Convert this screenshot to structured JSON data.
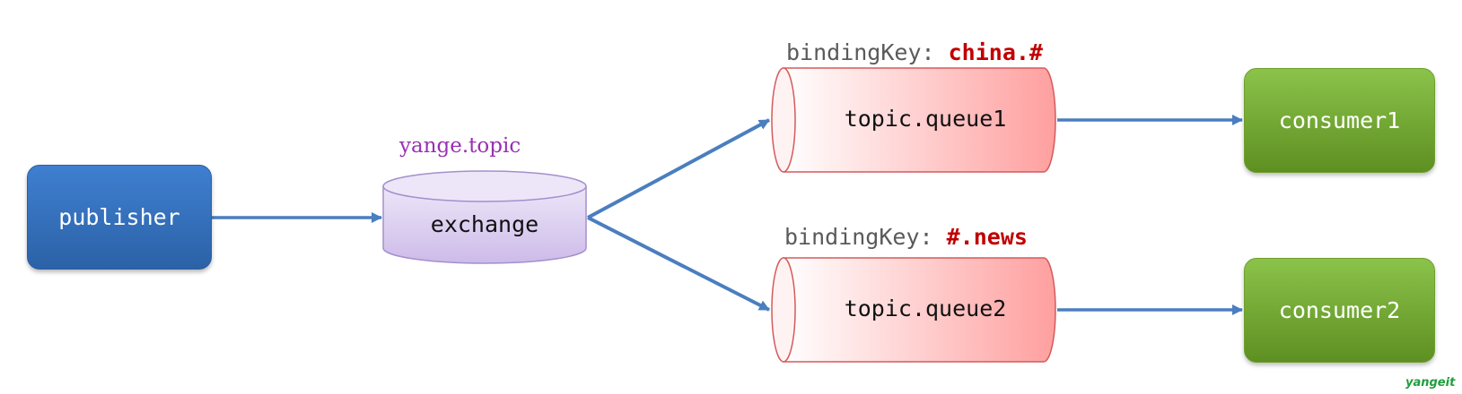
{
  "publisher": {
    "label": "publisher"
  },
  "exchange": {
    "name": "yange.topic",
    "label": "exchange"
  },
  "queues": [
    {
      "label": "topic.queue1",
      "binding_prefix": "bindingKey: ",
      "binding_key": "china.#"
    },
    {
      "label": "topic.queue2",
      "binding_prefix": "bindingKey: ",
      "binding_key": "#.news"
    }
  ],
  "consumers": [
    {
      "label": "consumer1"
    },
    {
      "label": "consumer2"
    }
  ],
  "watermark": "yangeit",
  "colors": {
    "arrow": "#4a7ebf",
    "publisher": "#2f6cb8",
    "exchange": "#d9cdf0",
    "queue": "#ffb3b3",
    "consumer": "#76b033",
    "exchange_name": "#9a2fb4",
    "binding_key": "#c00000"
  }
}
